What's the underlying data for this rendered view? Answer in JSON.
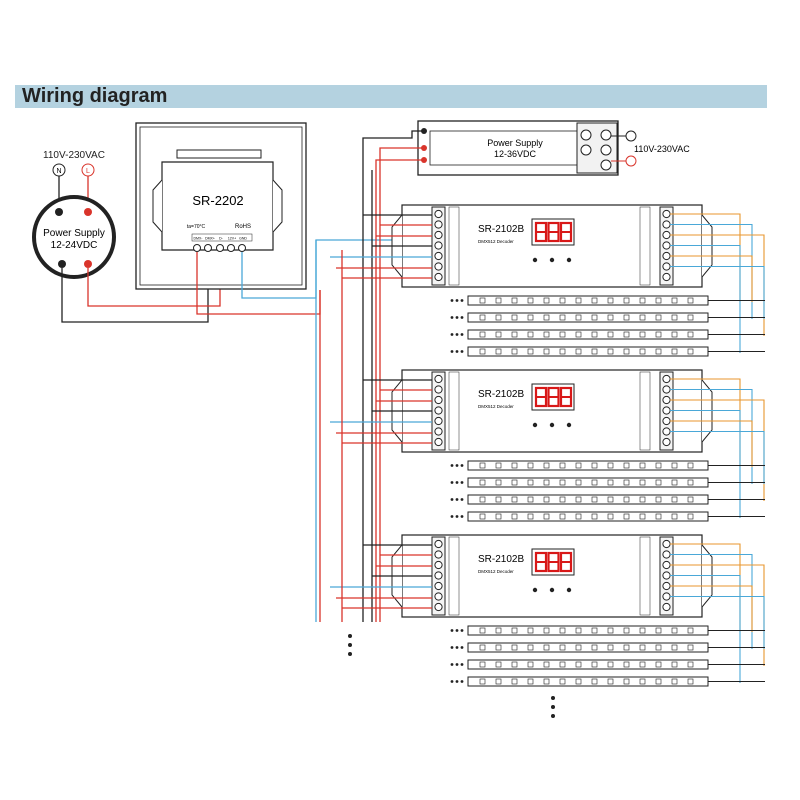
{
  "header": {
    "title": "Wiring diagram"
  },
  "mains": {
    "label_left": "110V-230VAC",
    "label_right": "110V-230VAC",
    "n_symbol": "N",
    "l_symbol": "L"
  },
  "psu_round": {
    "line1": "Power Supply",
    "line2": "12-24VDC"
  },
  "psu_top": {
    "line1": "Power Supply",
    "line2": "12-36VDC"
  },
  "panel": {
    "model": "SR-2202",
    "temp_text": "ta=70°C",
    "rohs_text": "RoHS",
    "terminals": [
      "DMX-",
      "DMX+",
      "D-",
      "12V+",
      "GND"
    ]
  },
  "decoders": [
    {
      "model": "SR-2102B",
      "subtitle": "DMX512 Decoder"
    },
    {
      "model": "SR-2102B",
      "subtitle": "DMX512 Decoder"
    },
    {
      "model": "SR-2102B",
      "subtitle": "DMX512 Decoder"
    }
  ],
  "colors": {
    "header_bg": "#b4d2e0",
    "wire_red": "#d9342b",
    "wire_black": "#222222",
    "wire_blue": "#4aa8d8",
    "wire_orange": "#e8962e",
    "display_red": "#d81818"
  }
}
